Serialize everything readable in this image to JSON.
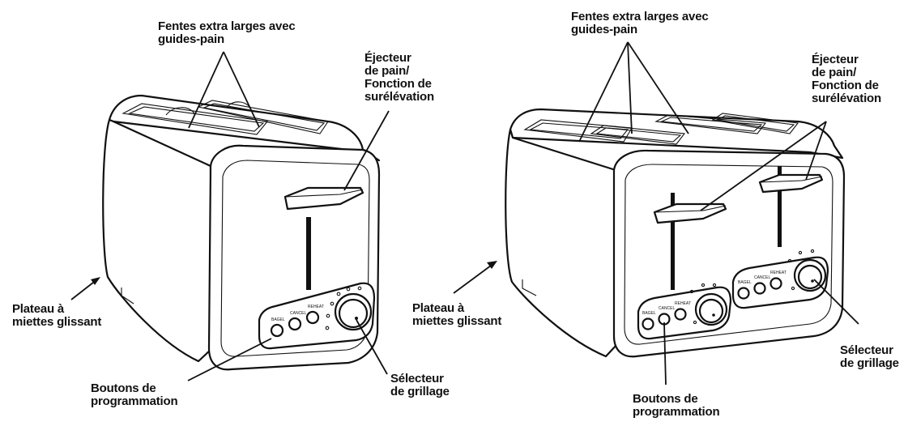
{
  "labels": {
    "t2_slots": "Fentes extra larges avec\nguides-pain",
    "t2_lever": "Éjecteur\nde pain/\nFonction de\nsurélévation",
    "t2_crumb": "Plateau à\nmiettes glissant",
    "t2_buttons": "Boutons de\nprogrammation",
    "t2_selector": "Sélecteur\nde grillage",
    "t4_slots": "Fentes extra larges avec\nguides-pain",
    "t4_lever": "Éjecteur\nde pain/\nFonction de\nsurélévation",
    "t4_crumb": "Plateau à\nmiettes glissant",
    "t4_buttons": "Boutons de\nprogrammation",
    "t4_selector": "Sélecteur\nde grillage"
  },
  "button_marks": [
    "BAGEL",
    "CANCEL",
    "REHEAT"
  ],
  "icons": [
    "toaster-2-slice",
    "toaster-4-slice",
    "browning-dial",
    "function-button"
  ]
}
